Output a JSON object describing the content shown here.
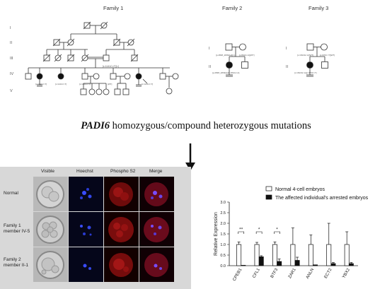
{
  "pedigrees": [
    {
      "title": "Family 1",
      "generations": [
        "I",
        "II",
        "III",
        "IV",
        "V"
      ]
    },
    {
      "title": "Family 2",
      "generations": [
        "I",
        "II"
      ]
    },
    {
      "title": "Family 3",
      "generations": [
        "I",
        "II"
      ]
    }
  ],
  "caption": {
    "gene": "PADI6",
    "text": " homozygous/compound heterozygous mutations"
  },
  "micrographs": {
    "columns": [
      "Visible",
      "Hoechst",
      "Phospho S2",
      "Merge"
    ],
    "rows": [
      {
        "label_lines": [
          "Normal"
        ]
      },
      {
        "label_lines": [
          "Family 1",
          "member IV-5"
        ]
      },
      {
        "label_lines": [
          "Family 2",
          "member II-1"
        ]
      }
    ]
  },
  "chart_data": {
    "type": "bar",
    "categories": [
      "CPEB1",
      "CFL1",
      "BTF3",
      "ZAR1",
      "ANLN",
      "ECT2",
      "YBX2"
    ],
    "series": [
      {
        "name": "Normal 4-cell embryos",
        "values": [
          1.0,
          1.0,
          1.0,
          1.0,
          1.0,
          1.0,
          1.0
        ],
        "errors": [
          0.12,
          0.1,
          0.12,
          0.78,
          0.45,
          1.0,
          0.6
        ],
        "color": "#ffffff"
      },
      {
        "name": "The affected individual's arrested embryos",
        "values": [
          0.02,
          0.42,
          0.2,
          0.25,
          0.04,
          0.1,
          0.1
        ],
        "errors": [
          0.0,
          0.05,
          0.12,
          0.15,
          0.0,
          0.05,
          0.05
        ],
        "color": "#111111"
      }
    ],
    "ylabel": "Relative Expression",
    "ylim": [
      0,
      3
    ],
    "yticks": [
      "0.0",
      "0.5",
      "1.0",
      "1.5",
      "2.0",
      "2.5",
      "3.0"
    ],
    "significance": [
      "**",
      "*",
      "*",
      "",
      "",
      "",
      ""
    ]
  }
}
